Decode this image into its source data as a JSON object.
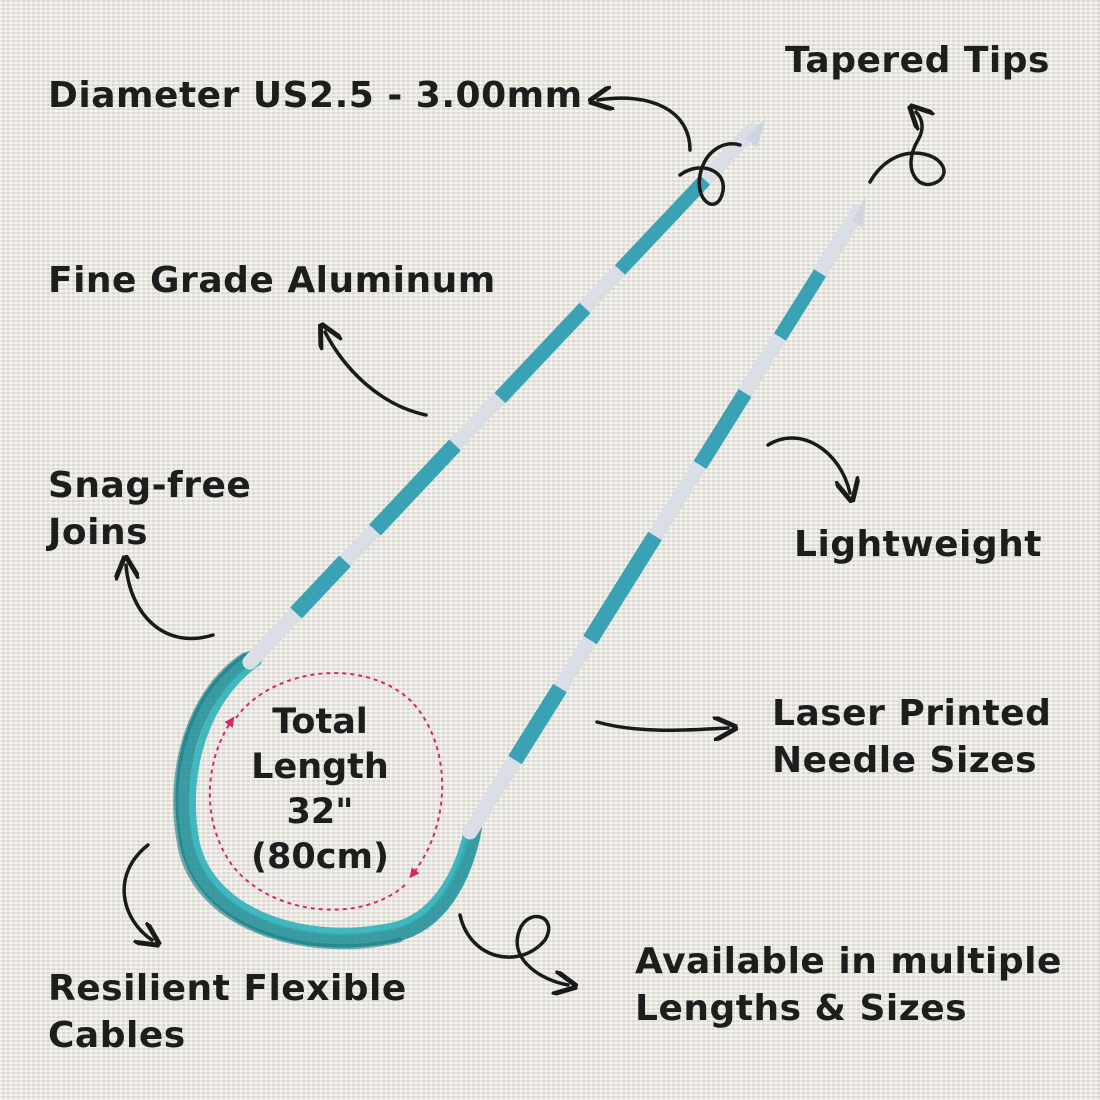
{
  "callouts": {
    "diameter": "Diameter US2.5 - 3.00mm",
    "tapered_tips": "Tapered Tips",
    "fine_grade": "Fine Grade Aluminum",
    "snag_free": [
      "Snag-free",
      "Joins"
    ],
    "lightweight": "Lightweight",
    "laser_printed": [
      "Laser Printed",
      "Needle Sizes"
    ],
    "resilient": [
      "Resilient Flexible",
      "Cables"
    ],
    "available": [
      "Available in multiple",
      "Lengths & Sizes"
    ]
  },
  "total_length": [
    "Total",
    "Length",
    "32\"",
    "(80cm)"
  ],
  "colors": {
    "needle_teal": "#39a2b4",
    "needle_silver": "#dfe3ea",
    "cable": "#1d9ba4",
    "dashed_arrow": "#d6266a",
    "text": "#1d1d1d"
  },
  "icons": [
    "curved-arrow-icon",
    "dashed-circular-arrow-icon"
  ]
}
